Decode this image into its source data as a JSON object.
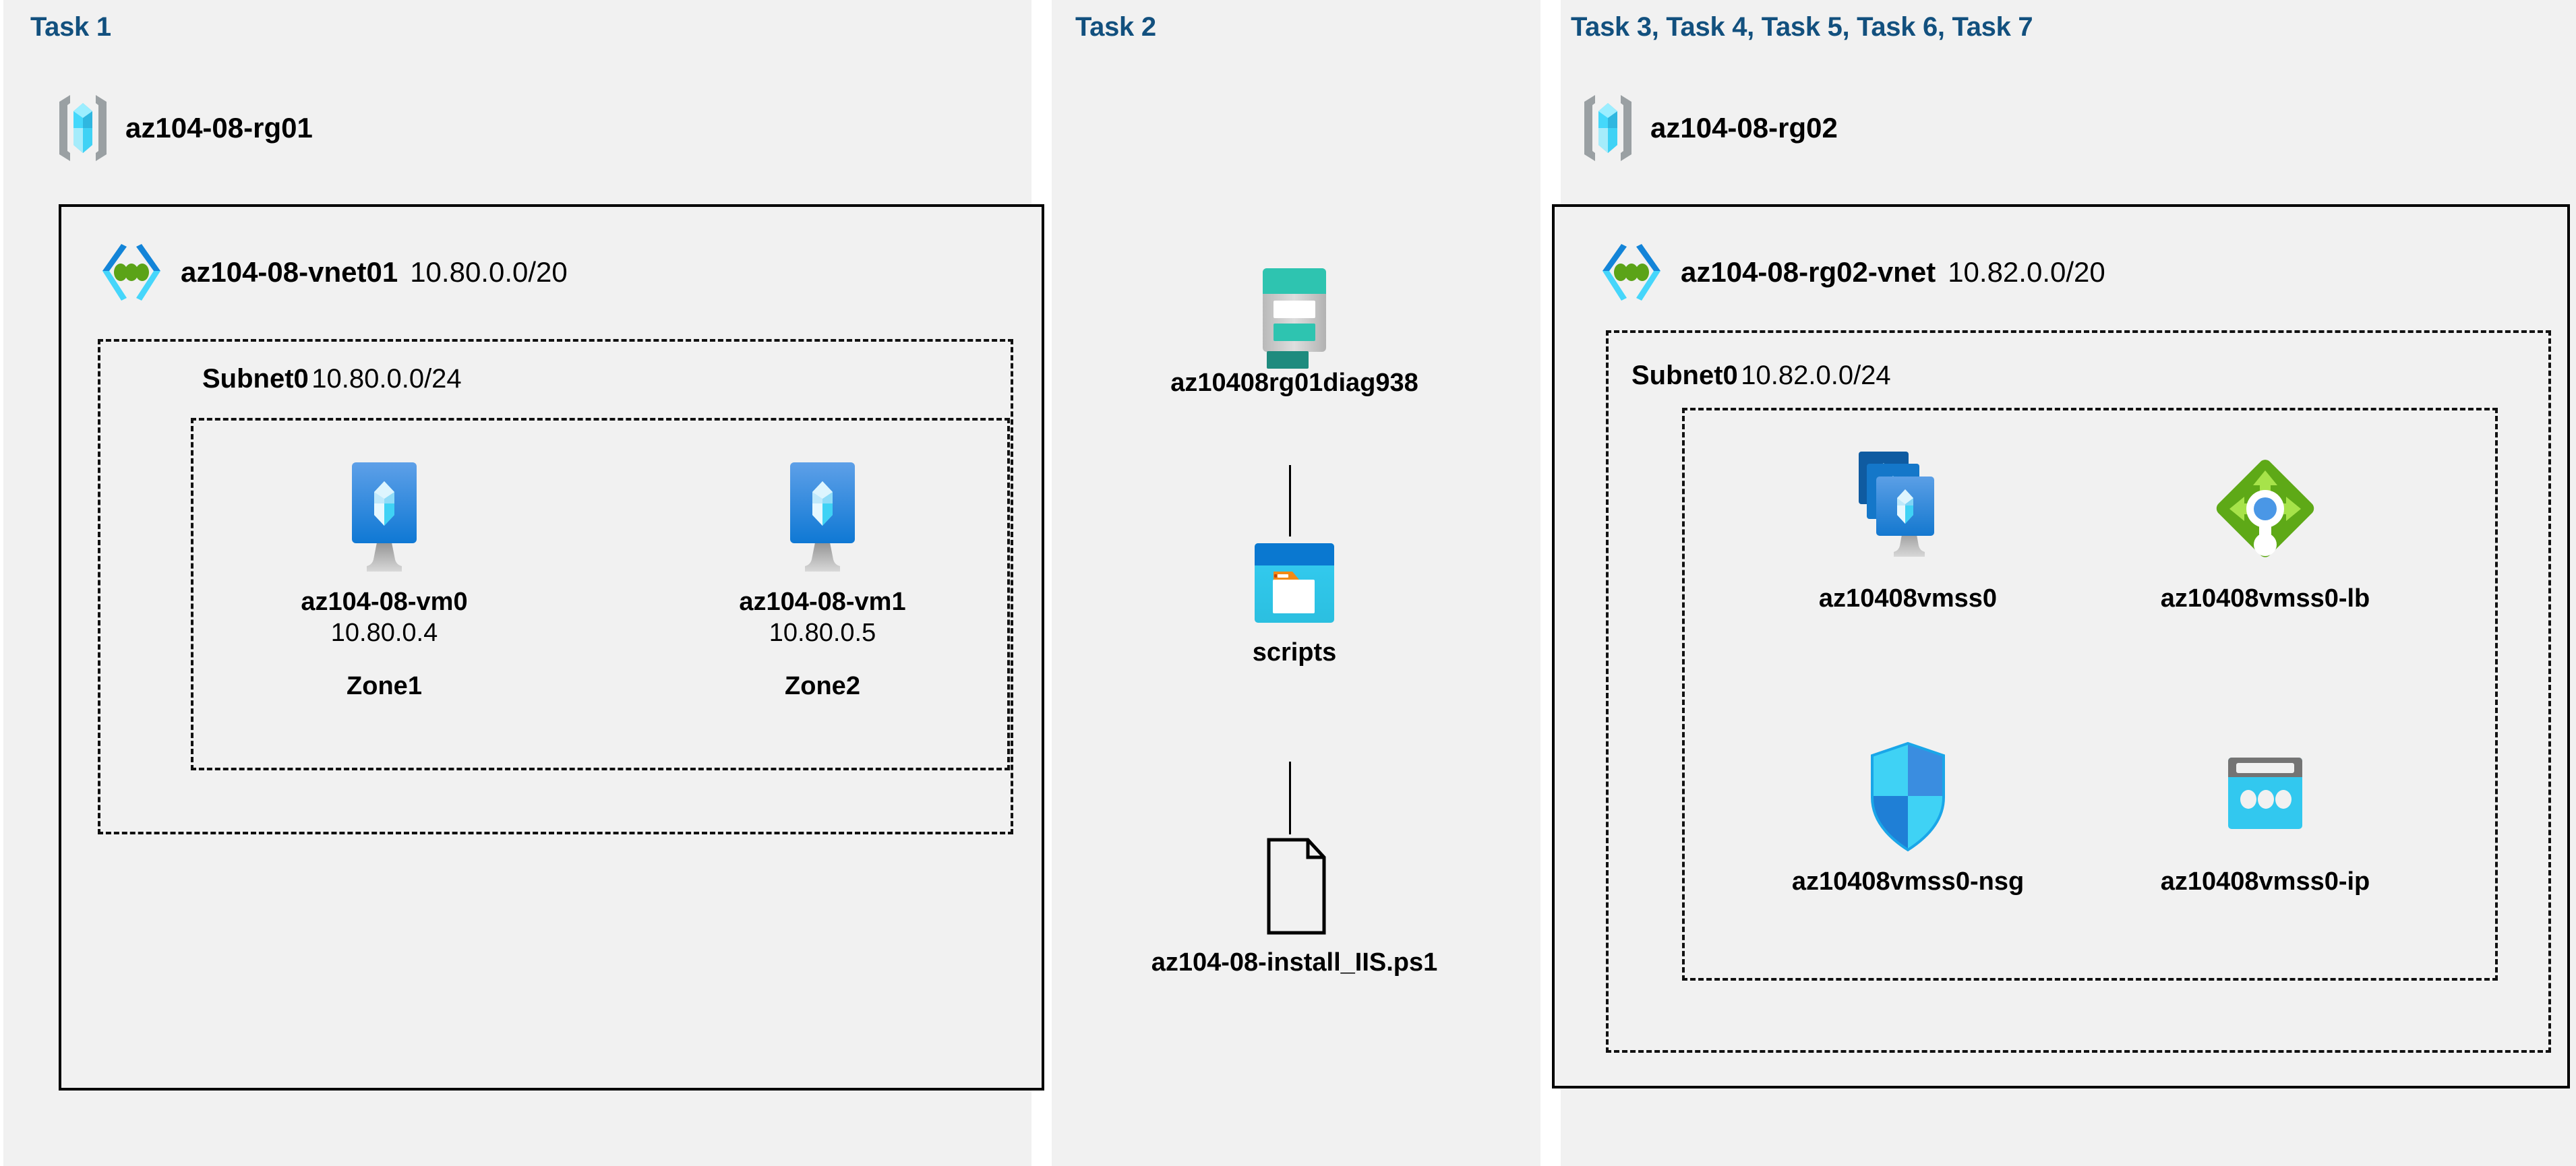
{
  "panels": [
    {
      "id": "task1",
      "task_label": "Task 1"
    },
    {
      "id": "task2",
      "task_label": "Task 2"
    },
    {
      "id": "task3",
      "task_label": "Task 3, Task 4, Task 5, Task 6, Task 7"
    }
  ],
  "colors": {
    "task_label": "#12507e",
    "panel_background": "#f1f1f1",
    "page_background": "#ffffff",
    "border": "#000000",
    "vm_blue": "#3f8fe0",
    "vmss_dark_blue": "#0f5ba1",
    "storage_teal": "#2ec4b0",
    "blob_cyan": "#32c8ef",
    "blob_header_blue": "#0078d4",
    "folder_orange": "#f28a15",
    "lb_green": "#5ea917",
    "lb_arrow_green": "#a7e34a",
    "lb_node_blue": "#4a97e6",
    "nsg_cyan": "#32c8ef",
    "nsg_blue": "#2f8fe3",
    "ip_gray": "#747474",
    "rg_bracket_gray": "#9aa0a3",
    "rg_cube_cyan": "#50e6ff",
    "vnet_blue": "#0f87dc",
    "vnet_cyan": "#46d6fb",
    "vnet_green": "#5ba318"
  },
  "task1": {
    "resource_group": {
      "label": "az104-08-rg01",
      "icon": "resource-group-icon"
    },
    "vnet": {
      "name": "az104-08-vnet01",
      "cidr": "10.80.0.0/20",
      "icon": "virtual-network-icon"
    },
    "subnet": {
      "name": "Subnet0",
      "cidr": "10.80.0.0/24"
    },
    "vms": [
      {
        "icon": "virtual-machine-icon",
        "name": "az104-08-vm0",
        "ip": "10.80.0.4",
        "zone": "Zone1"
      },
      {
        "icon": "virtual-machine-icon",
        "name": "az104-08-vm1",
        "ip": "10.80.0.5",
        "zone": "Zone2"
      }
    ]
  },
  "task2": {
    "storage_account": {
      "icon": "storage-account-icon",
      "label": "az10408rg01diag938"
    },
    "blob_container": {
      "icon": "blob-container-icon",
      "label": "scripts"
    },
    "file": {
      "icon": "file-icon",
      "label": "az104-08-install_IIS.ps1"
    }
  },
  "task3": {
    "resource_group": {
      "label": "az104-08-rg02",
      "icon": "resource-group-icon"
    },
    "vnet": {
      "name": "az104-08-rg02-vnet",
      "cidr": "10.82.0.0/20",
      "icon": "virtual-network-icon"
    },
    "subnet": {
      "name": "Subnet0",
      "cidr": "10.82.0.0/24"
    },
    "resources": [
      {
        "icon": "vm-scale-set-icon",
        "label": "az10408vmss0"
      },
      {
        "icon": "load-balancer-icon",
        "label": "az10408vmss0-lb"
      },
      {
        "icon": "network-security-group-icon",
        "label": "az10408vmss0-nsg"
      },
      {
        "icon": "public-ip-address-icon",
        "label": "az10408vmss0-ip"
      }
    ]
  }
}
